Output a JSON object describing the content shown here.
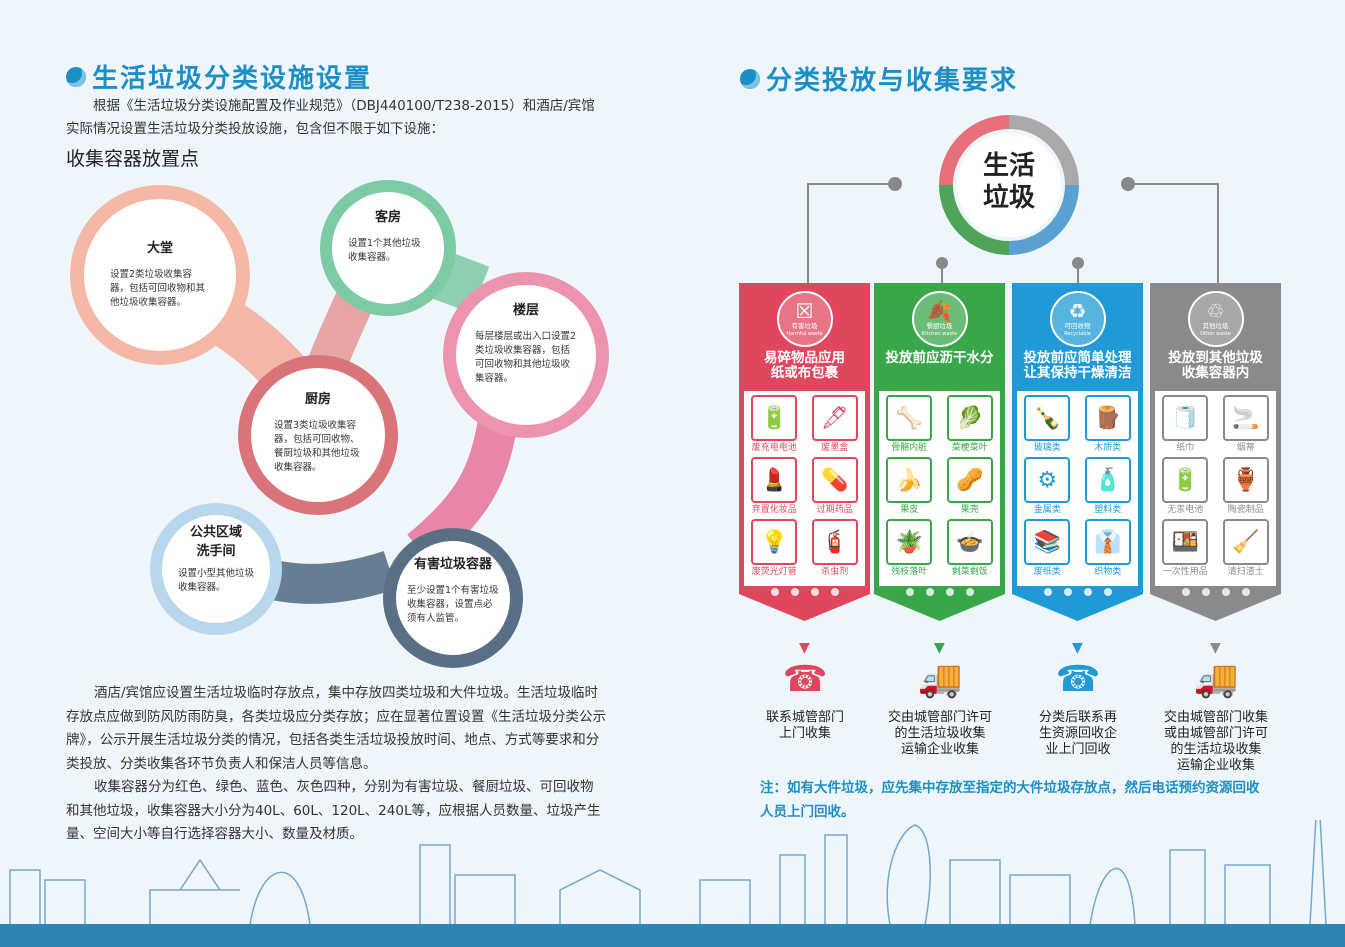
{
  "left": {
    "title": "生活垃圾分类设施设置",
    "intro_line1": "根据《生活垃圾分类设施配置及作业规范》（DBJ440100/T238-2015）和酒店/宾馆",
    "intro_line2": "实际情况设置生活垃圾分类投放设施，包含但不限于如下设施：",
    "subtitle": "收集容器放置点",
    "nodes": [
      {
        "title": "大堂",
        "desc": "设置2类垃圾收集容器，包括可回收物和其他垃圾收集容器。"
      },
      {
        "title": "客房",
        "desc": "设置1个其他垃圾收集容器。"
      },
      {
        "title": "楼层",
        "desc": "每层楼层或出入口设置2类垃圾收集容器，包括可回收物和其他垃圾收集容器。"
      },
      {
        "title": "厨房",
        "desc": "设置3类垃圾收集容器，包括可回收物、餐厨垃圾和其他垃圾收集容器。"
      },
      {
        "title": "公共区域\n洗手间",
        "desc": "设置小型其他垃圾收集容器。"
      },
      {
        "title": "有害垃圾容器",
        "desc": "至少设置1个有害垃圾收集容器，设置点必须有人监管。"
      }
    ],
    "para1": [
      "酒店/宾馆应设置生活垃圾临时存放点，集中存放四类垃圾和大件垃圾。生活垃圾临时",
      "存放点应做到防风防雨防臭，各类垃圾应分类存放；应在显著位置设置《生活垃圾分类公示",
      "牌》，公示开展生活垃圾分类的情况，包括各类生活垃圾投放时间、地点、方式等要求和分",
      "类投放、分类收集各环节负责人和保洁人员等信息。"
    ],
    "para2": [
      "收集容器分为红色、绿色、蓝色、灰色四种，分别为有害垃圾、餐厨垃圾、可回收物",
      "和其他垃圾，收集容器大小分为40L、60L、120L、240L等，应根据人员数量、垃圾产生",
      "量、空间大小等自行选择容器大小、数量及材质。"
    ]
  },
  "right": {
    "title": "分类投放与收集要求",
    "center_l1": "生活",
    "center_l2": "垃圾",
    "categories": [
      {
        "badge": "有害垃圾",
        "badge_en": "Harmful waste",
        "symbol": "☒",
        "text_l1": "易碎物品应用",
        "text_l2": "纸或布包裹",
        "color": "#e0475e",
        "items": [
          [
            "🔋",
            "废充电电池"
          ],
          [
            "🖋",
            "废墨盒"
          ],
          [
            "💄",
            "弃置化妆品"
          ],
          [
            "💊",
            "过期药品"
          ],
          [
            "💡",
            "废荧光灯管"
          ],
          [
            "🧯",
            "杀虫剂"
          ]
        ],
        "action": "联系城管部门\n上门收集",
        "action_icon": "☎"
      },
      {
        "badge": "餐厨垃圾",
        "badge_en": "Kitchen waste",
        "symbol": "🍂",
        "text_l1": "投放前应沥干水分",
        "text_l2": "",
        "color": "#3aa64a",
        "items": [
          [
            "🦴",
            "骨骼内脏"
          ],
          [
            "🥬",
            "菜梗菜叶"
          ],
          [
            "🍌",
            "果皮"
          ],
          [
            "🥜",
            "果壳"
          ],
          [
            "🪴",
            "残枝落叶"
          ],
          [
            "🍲",
            "剩菜剩饭"
          ]
        ],
        "action": "交由城管部门许可\n的生活垃圾收集\n运输企业收集",
        "action_icon": "🚚"
      },
      {
        "badge": "可回收物",
        "badge_en": "Recyclable",
        "symbol": "♻",
        "text_l1": "投放前应简单处理",
        "text_l2": "让其保持干燥清洁",
        "color": "#1f9ad6",
        "items": [
          [
            "🍾",
            "玻璃类"
          ],
          [
            "🪵",
            "木质类"
          ],
          [
            "⚙",
            "金属类"
          ],
          [
            "🧴",
            "塑料类"
          ],
          [
            "📚",
            "废纸类"
          ],
          [
            "👔",
            "织物类"
          ]
        ],
        "action": "分类后联系再\n生资源回收企\n业上门回收",
        "action_icon": "☎"
      },
      {
        "badge": "其他垃圾",
        "badge_en": "Other waste",
        "symbol": "♲",
        "text_l1": "投放到其他垃圾",
        "text_l2": "收集容器内",
        "color": "#8a8a8a",
        "items": [
          [
            "🧻",
            "纸巾"
          ],
          [
            "🚬",
            "烟蒂"
          ],
          [
            "🔋",
            "无汞电池"
          ],
          [
            "🏺",
            "陶瓷制品"
          ],
          [
            "🍱",
            "一次性用品"
          ],
          [
            "🧹",
            "清扫渣土"
          ]
        ],
        "action": "交由城管部门收集\n或由城管部门许可\n的生活垃圾收集\n运输企业收集",
        "action_icon": "🚚"
      }
    ],
    "note_l1": "注：如有大件垃圾，应先集中存放至指定的大件垃圾存放点，然后电话预约资源回收",
    "note_l2": "人员上门回收。"
  }
}
